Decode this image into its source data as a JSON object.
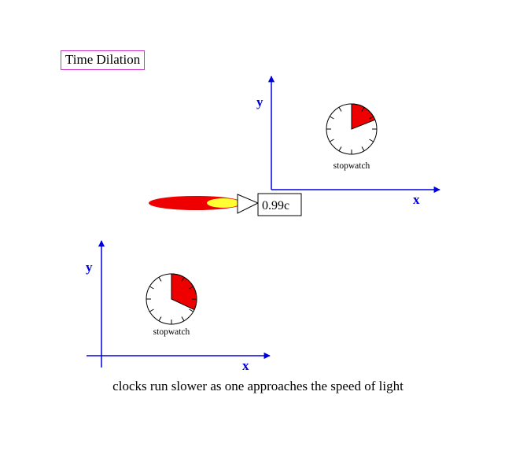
{
  "title": "Time Dilation",
  "caption": "clocks run slower as one approaches the speed of light",
  "colors": {
    "axis": "#0000dd",
    "hand_fill": "#ee0000",
    "flame_outer": "#ee0000",
    "flame_inner": "#ffff33",
    "title_border": "#cc33cc"
  },
  "moving_frame": {
    "axis_x_label": "x",
    "axis_y_label": "y",
    "speed_label": "0.99c",
    "stopwatch_label": "stopwatch",
    "stopwatch_elapsed_fraction": 0.19
  },
  "rest_frame": {
    "axis_x_label": "x",
    "axis_y_label": "y",
    "stopwatch_label": "stopwatch",
    "stopwatch_elapsed_fraction": 0.32
  }
}
